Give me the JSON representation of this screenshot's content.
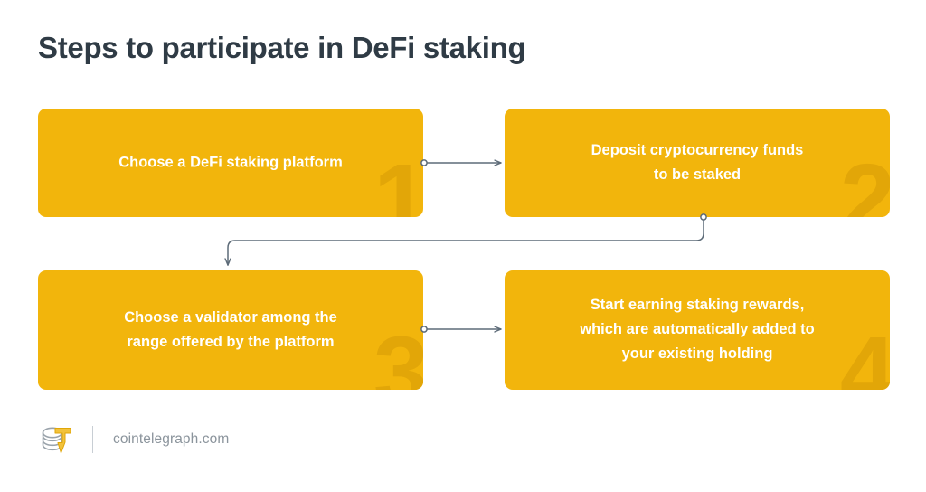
{
  "header": {
    "title": "Steps to participate in DeFi staking"
  },
  "theme": {
    "box_gold": "#f2b50c",
    "watermark_gold": "#e2a608",
    "title_color": "#2f3b45",
    "connector_color": "#5d6b78",
    "footer_text_color": "#8b949c",
    "background": "#ffffff"
  },
  "steps": [
    {
      "number": "1",
      "label": "Choose a DeFi staking platform"
    },
    {
      "number": "2",
      "label": "Deposit cryptocurrency funds\nto be staked"
    },
    {
      "number": "3",
      "label": "Choose a validator among the\nrange offered by the platform"
    },
    {
      "number": "4",
      "label": "Start earning staking rewards,\nwhich are automatically added to\nyour existing holding"
    }
  ],
  "connectors": [
    {
      "name": "step-1-to-step-2",
      "from": "1",
      "to": "2",
      "shape": "horizontal-arrow"
    },
    {
      "name": "step-2-to-step-3",
      "from": "2",
      "to": "3",
      "shape": "elbow-arrow"
    },
    {
      "name": "step-3-to-step-4",
      "from": "3",
      "to": "4",
      "shape": "horizontal-arrow"
    }
  ],
  "footer": {
    "logo_name": "cointelegraph-logo",
    "site": "cointelegraph.com"
  }
}
